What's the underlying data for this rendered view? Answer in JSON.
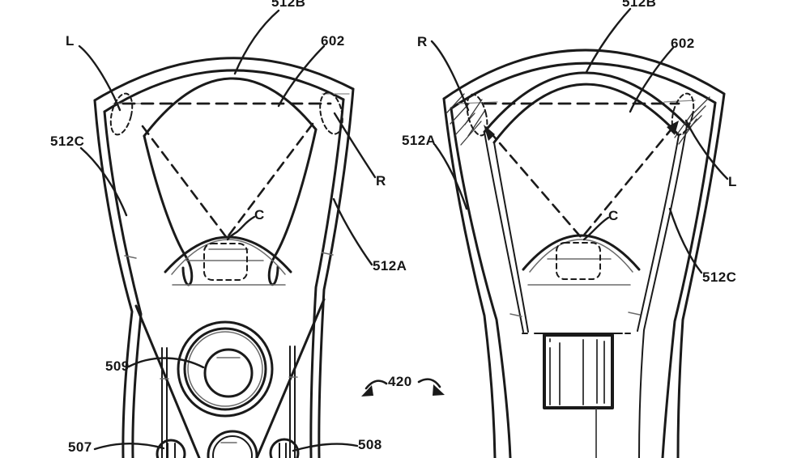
{
  "colors": {
    "background": "#ffffff",
    "ink": "#1a1a1a",
    "thin_line": "#6a6a6a"
  },
  "labels": {
    "left_view": {
      "ref_512B": "512B",
      "ref_602": "602",
      "ref_L": "L",
      "ref_512C": "512C",
      "ref_R": "R",
      "ref_C": "C",
      "ref_512A": "512A",
      "ref_509": "509",
      "ref_507": "507",
      "ref_508": "508"
    },
    "right_view": {
      "ref_512B": "512B",
      "ref_602": "602",
      "ref_R": "R",
      "ref_512A": "512A",
      "ref_L": "L",
      "ref_C": "C",
      "ref_512C": "512C"
    },
    "rotation": {
      "ref_420": "420"
    }
  }
}
